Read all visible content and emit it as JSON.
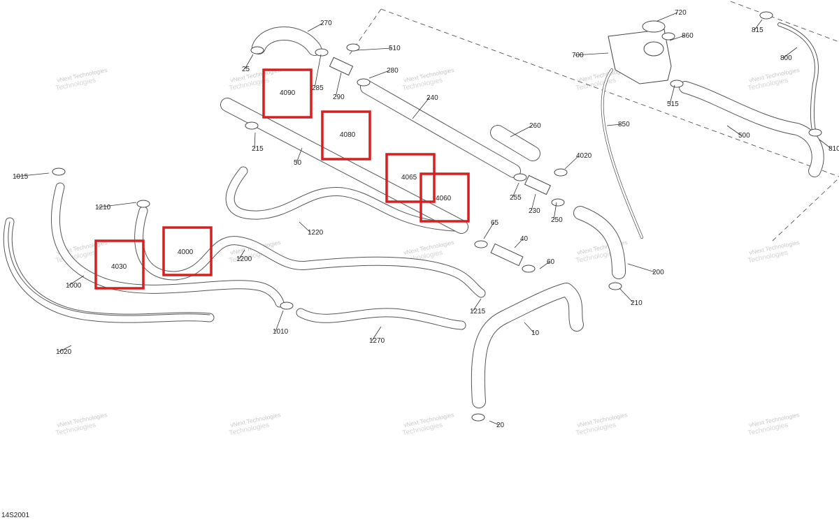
{
  "document_code": "14S2001",
  "colors": {
    "highlight": "#d42020",
    "line": "#444444",
    "watermark": "#c8c8c8"
  },
  "watermark": {
    "line1": "vNext Technologies",
    "line2": "Technologies"
  },
  "callouts": [
    {
      "id": "c10",
      "text": "10"
    },
    {
      "id": "c20",
      "text": "20"
    },
    {
      "id": "c25",
      "text": "25"
    },
    {
      "id": "c40",
      "text": "40"
    },
    {
      "id": "c50",
      "text": "50"
    },
    {
      "id": "c60",
      "text": "60"
    },
    {
      "id": "c65",
      "text": "65"
    },
    {
      "id": "c200",
      "text": "200"
    },
    {
      "id": "c210",
      "text": "210"
    },
    {
      "id": "c215",
      "text": "215"
    },
    {
      "id": "c230",
      "text": "230"
    },
    {
      "id": "c240",
      "text": "240"
    },
    {
      "id": "c250",
      "text": "250"
    },
    {
      "id": "c255",
      "text": "255"
    },
    {
      "id": "c260",
      "text": "260"
    },
    {
      "id": "c270",
      "text": "270"
    },
    {
      "id": "c280",
      "text": "280"
    },
    {
      "id": "c285",
      "text": "285"
    },
    {
      "id": "c290",
      "text": "290"
    },
    {
      "id": "c500",
      "text": "500"
    },
    {
      "id": "c510",
      "text": "510"
    },
    {
      "id": "c515",
      "text": "515"
    },
    {
      "id": "c700",
      "text": "700"
    },
    {
      "id": "c720",
      "text": "720"
    },
    {
      "id": "c800",
      "text": "800"
    },
    {
      "id": "c810",
      "text": "810"
    },
    {
      "id": "c815",
      "text": "815"
    },
    {
      "id": "c850",
      "text": "850"
    },
    {
      "id": "c860",
      "text": "860"
    },
    {
      "id": "c1000",
      "text": "1000"
    },
    {
      "id": "c1010",
      "text": "1010"
    },
    {
      "id": "c1015",
      "text": "1015"
    },
    {
      "id": "c1020",
      "text": "1020"
    },
    {
      "id": "c1200",
      "text": "1200"
    },
    {
      "id": "c1210",
      "text": "1210"
    },
    {
      "id": "c1215",
      "text": "1215"
    },
    {
      "id": "c1220",
      "text": "1220"
    },
    {
      "id": "c1270",
      "text": "1270"
    },
    {
      "id": "c4020",
      "text": "4020"
    }
  ],
  "highlighted_callouts": [
    {
      "id": "h4000",
      "text": "4000"
    },
    {
      "id": "h4030",
      "text": "4030"
    },
    {
      "id": "h4060",
      "text": "4060"
    },
    {
      "id": "h4065",
      "text": "4065"
    },
    {
      "id": "h4080",
      "text": "4080"
    },
    {
      "id": "h4090",
      "text": "4090"
    }
  ]
}
